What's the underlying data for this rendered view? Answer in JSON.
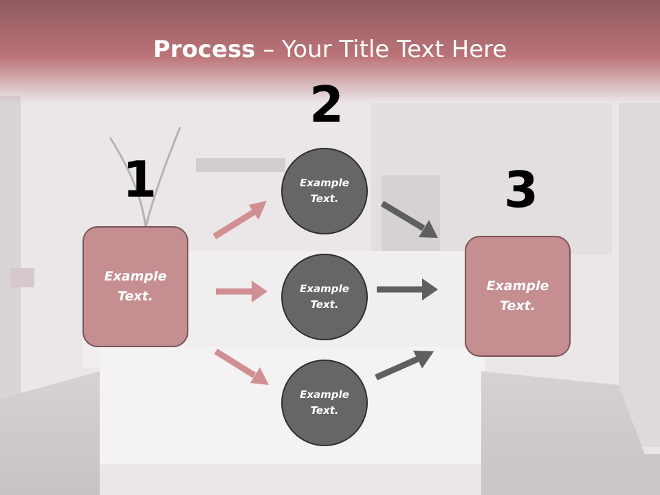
{
  "title": {
    "bold": "Process",
    "rest": " – Your Title Text Here"
  },
  "steps": {
    "n1": "1",
    "n2": "2",
    "n3": "3"
  },
  "boxes": {
    "left": "Example\nText.",
    "right": "Example\nText."
  },
  "circles": {
    "top": "Example\nText.",
    "middle": "Example\nText.",
    "bottom": "Example\nText."
  },
  "colors": {
    "header": "#b96f74",
    "box_fill": "#c58e91",
    "circle_fill": "#666666",
    "pink_arrow": "#cf8f93",
    "gray_arrow": "#5f5f5f"
  }
}
